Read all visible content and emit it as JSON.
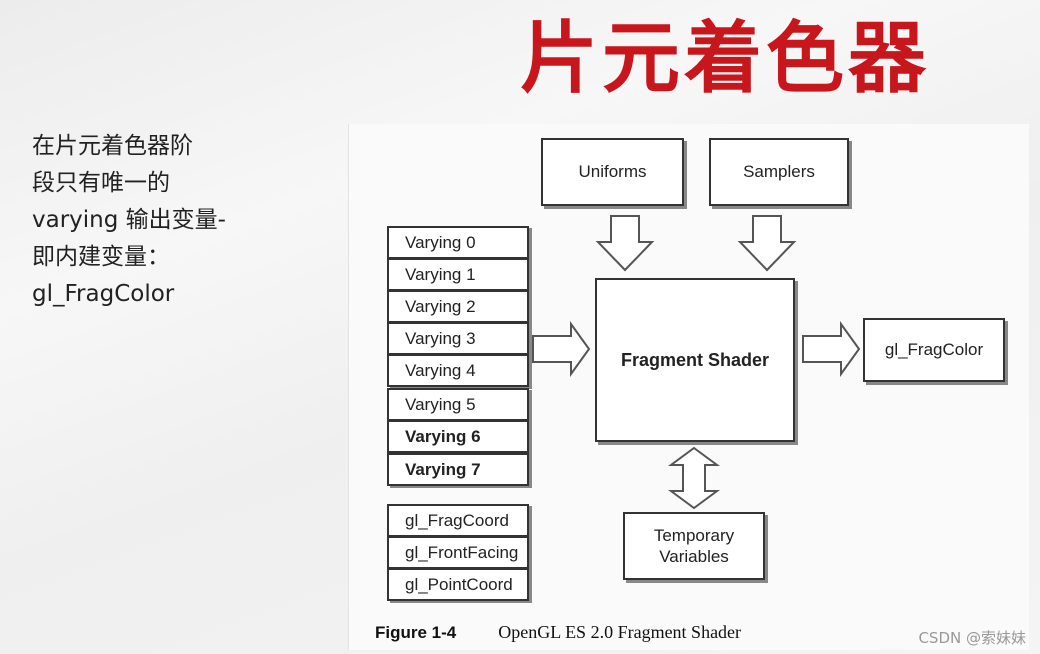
{
  "slide": {
    "title": "片元着色器",
    "side_text_lines": [
      "在片元着色器阶",
      "段只有唯一的",
      "varying 输出变量-",
      "即内建变量：",
      "gl_FragColor"
    ]
  },
  "diagram": {
    "inputs_top": [
      "Uniforms",
      "Samplers"
    ],
    "varyings": [
      "Varying 0",
      "Varying 1",
      "Varying 2",
      "Varying 3",
      "Varying 4",
      "Varying 5",
      "Varying 6",
      "Varying 7"
    ],
    "builtins": [
      "gl_FragCoord",
      "gl_FrontFacing",
      "gl_PointCoord"
    ],
    "center": "Fragment Shader",
    "output": "gl_FragColor",
    "temp": [
      "Temporary",
      "Variables"
    ]
  },
  "caption": {
    "figure_number": "Figure 1-4",
    "text": "OpenGL ES 2.0 Fragment Shader"
  },
  "watermark": "CSDN @索妹妹",
  "colors": {
    "title": "#c8161d"
  }
}
